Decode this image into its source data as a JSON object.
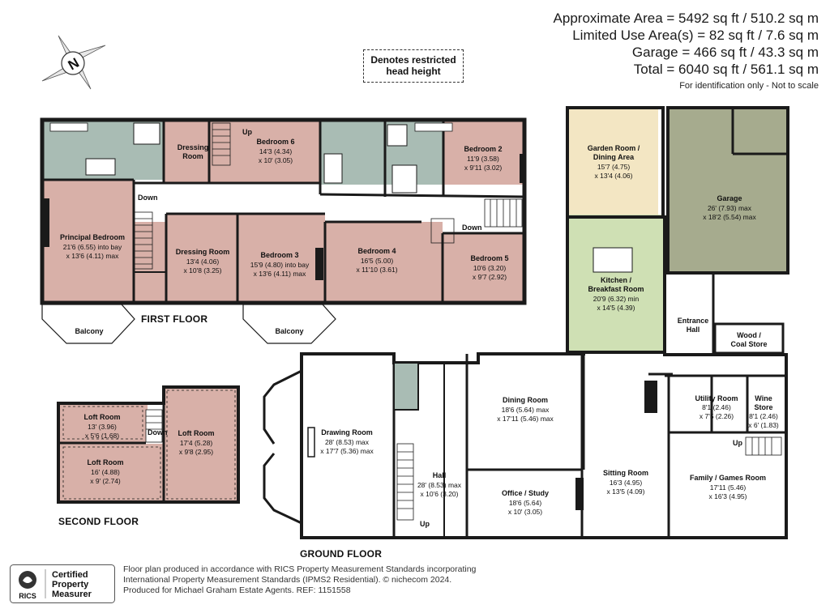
{
  "summary": {
    "area": "Approximate Area = 5492 sq ft / 510.2 sq m",
    "limited": "Limited Use Area(s) = 82 sq ft / 7.6 sq m",
    "garage": "Garage = 466 sq ft / 43.3 sq m",
    "total": "Total = 6040 sq ft / 561.1 sq m",
    "note": "For identification only - Not to scale"
  },
  "restricted": {
    "line1": "Denotes restricted",
    "line2": "head height"
  },
  "compass_letter": "N",
  "floors": {
    "first": "FIRST FLOOR",
    "second": "SECOND FLOOR",
    "ground": "GROUND FLOOR"
  },
  "markers": {
    "up": "Up",
    "down": "Down"
  },
  "rooms": {
    "principal": {
      "name": "Principal Bedroom",
      "d1": "21'6 (6.55) into bay",
      "d2": "x 13'6 (4.11) max"
    },
    "dressing_top": {
      "name1": "Dressing",
      "name2": "Room"
    },
    "bedroom6": {
      "name": "Bedroom 6",
      "d1": "14'3 (4.34)",
      "d2": "x 10' (3.05)"
    },
    "bedroom2": {
      "name": "Bedroom 2",
      "d1": "11'9 (3.58)",
      "d2": "x 9'11 (3.02)"
    },
    "dressing_room": {
      "name": "Dressing Room",
      "d1": "13'4 (4.06)",
      "d2": "x 10'8 (3.25)"
    },
    "bedroom3": {
      "name": "Bedroom 3",
      "d1": "15'9 (4.80) into bay",
      "d2": "x 13'6 (4.11) max"
    },
    "bedroom4": {
      "name": "Bedroom 4",
      "d1": "16'5 (5.00)",
      "d2": "x 11'10 (3.61)"
    },
    "bedroom5": {
      "name": "Bedroom 5",
      "d1": "10'6 (3.20)",
      "d2": "x 9'7 (2.92)"
    },
    "balcony": "Balcony",
    "garden_room": {
      "name1": "Garden Room /",
      "name2": "Dining Area",
      "d1": "15'7 (4.75)",
      "d2": "x 13'4 (4.06)"
    },
    "garage": {
      "name": "Garage",
      "d1": "26' (7.93) max",
      "d2": "x 18'2 (5.54) max"
    },
    "kitchen": {
      "name1": "Kitchen /",
      "name2": "Breakfast Room",
      "d1": "20'9 (6.32) min",
      "d2": "x 14'5 (4.39)"
    },
    "entrance": {
      "name1": "Entrance",
      "name2": "Hall"
    },
    "wood_store": {
      "name1": "Wood /",
      "name2": "Coal Store"
    },
    "utility": {
      "name": "Utility Room",
      "d1": "8'1 (2.46)",
      "d2": "x 7'5 (2.26)"
    },
    "wine_store": {
      "name1": "Wine",
      "name2": "Store",
      "d1": "8'1 (2.46)",
      "d2": "x 6' (1.83)"
    },
    "dining": {
      "name": "Dining Room",
      "d1": "18'6 (5.64) max",
      "d2": "x 17'11 (5.46) max"
    },
    "drawing": {
      "name": "Drawing Room",
      "d1": "28' (8.53) max",
      "d2": "x 17'7 (5.36) max"
    },
    "hall": {
      "name": "Hall",
      "d1": "28' (8.53) max",
      "d2": "x 10'6 (3.20)"
    },
    "office": {
      "name": "Office / Study",
      "d1": "18'6 (5.64)",
      "d2": "x 10' (3.05)"
    },
    "sitting": {
      "name": "Sitting Room",
      "d1": "16'3 (4.95)",
      "d2": "x 13'5 (4.09)"
    },
    "family": {
      "name": "Family / Games Room",
      "d1": "17'11 (5.46)",
      "d2": "x 16'3 (4.95)"
    },
    "loft1": {
      "name": "Loft Room",
      "d1": "13' (3.96)",
      "d2": "x 5'6 (1.68)"
    },
    "loft2": {
      "name": "Loft Room",
      "d1": "17'4 (5.28)",
      "d2": "x 9'8 (2.95)"
    },
    "loft3": {
      "name": "Loft Room",
      "d1": "16' (4.88)",
      "d2": "x 9' (2.74)"
    }
  },
  "colors": {
    "bedroom": "#d8b0a8",
    "bath": "#a9bcb4",
    "kitchen": "#cfe0b4",
    "garden": "#f3e6c3",
    "garage": "#a6ab8e",
    "wall": "#1a1a1a"
  },
  "footer": {
    "badge1": "Certified",
    "badge2": "Property",
    "badge3": "Measurer",
    "rics": "RICS",
    "line1": "Floor plan produced in accordance with RICS Property Measurement Standards incorporating",
    "line2": "International Property Measurement Standards (IPMS2 Residential).  © nichecom 2024.",
    "line3": "Produced for Michael Graham Estate Agents.   REF: 1151558"
  }
}
